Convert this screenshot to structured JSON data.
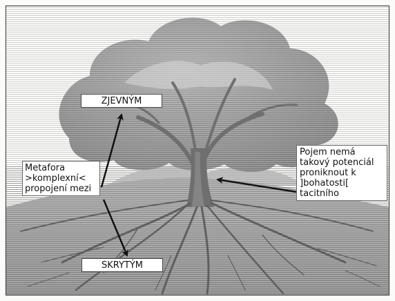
{
  "labels": {
    "top": "ZJEVNÝM",
    "bottom": "SKRYTÝM",
    "left_lines": [
      "Metafora",
      ">komplexní<",
      "propojení mezi"
    ],
    "right_lines": [
      "Pojem nemá",
      "takový potenciál",
      "proniknout k",
      "]bohatosti[",
      "tacitního"
    ]
  },
  "colors": {
    "background": "#fbfbf9",
    "foliage": "#8e8e8e",
    "trunk": "#6f6f6f",
    "ground": "#9a9a9a",
    "roots": "#6a6a6a",
    "arrow": "#111111"
  }
}
